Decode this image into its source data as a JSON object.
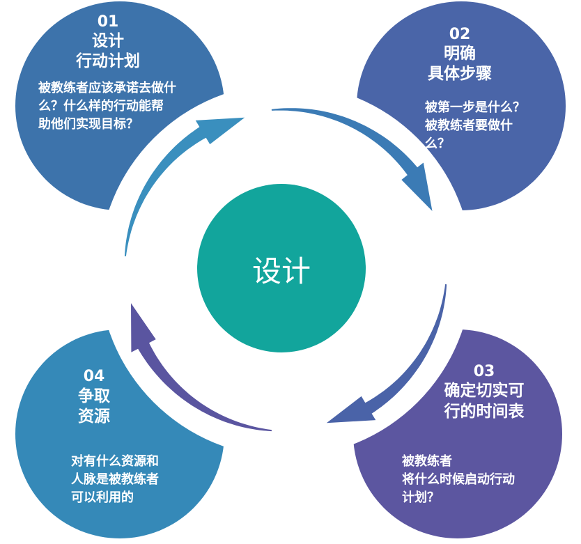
{
  "center": {
    "label": "设计",
    "color": "#12a59c"
  },
  "steps": [
    {
      "number": "01",
      "title_lines": [
        "设计",
        "行动计划"
      ],
      "desc_lines": [
        "被教练者应该承诺去做什",
        "么？什么样的行动能帮",
        "助他们实现目标？"
      ],
      "color": "#3d73ab"
    },
    {
      "number": "02",
      "title_lines": [
        "明确",
        "具体步骤"
      ],
      "desc_lines": [
        "被第一步是什么？",
        "被教练者要做什",
        "么？"
      ],
      "color": "#4a65a8"
    },
    {
      "number": "03",
      "title_lines": [
        "确定切实可",
        "行的时间表"
      ],
      "desc_lines": [
        "被教练者",
        "将什么时候启动行动",
        "计划？"
      ],
      "color": "#5c56a0"
    },
    {
      "number": "04",
      "title_lines": [
        "争取",
        "资源"
      ],
      "desc_lines": [
        "对有什么资源和",
        "人脉是被教练者",
        "可以利用的"
      ],
      "color": "#3589b8"
    }
  ],
  "arrow_colors": [
    "#3b7bb5",
    "#4a63a8",
    "#5a55a0",
    "#3a8fbe"
  ],
  "ring_color": "#ffffff"
}
